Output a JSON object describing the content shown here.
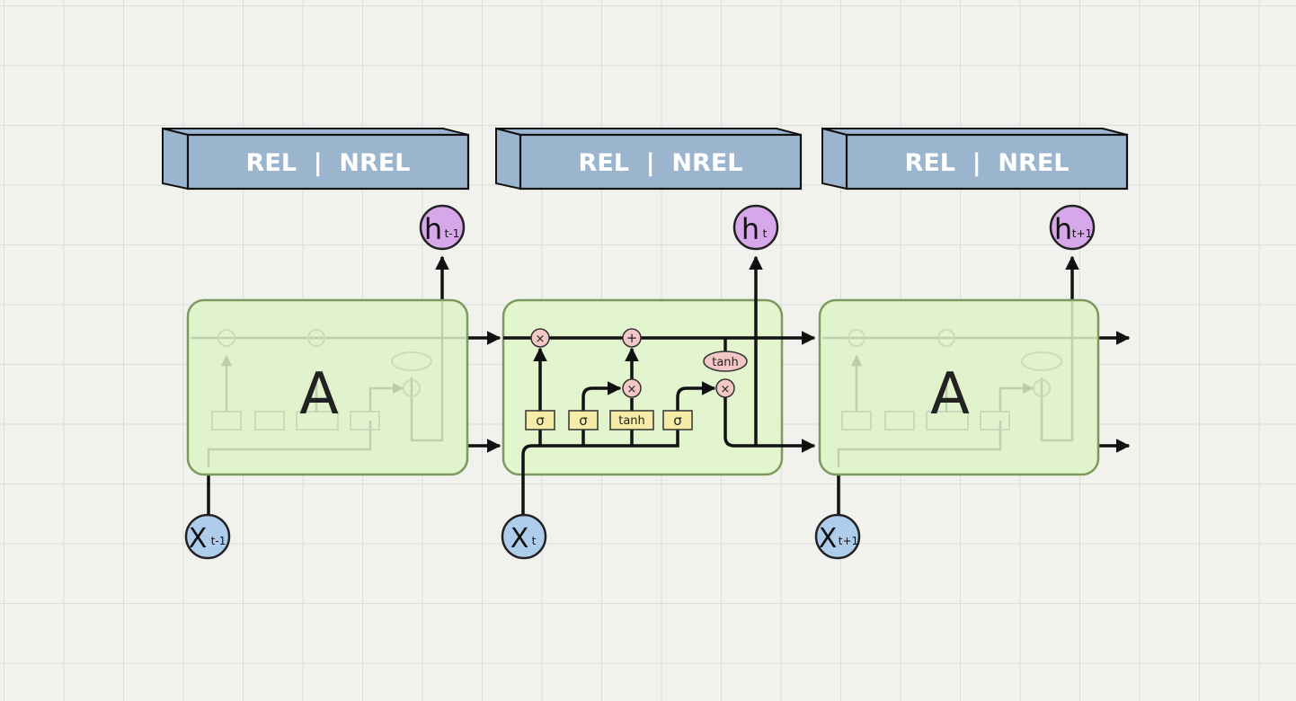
{
  "header_labels": [
    {
      "text": "REL  |  NREL"
    },
    {
      "text": "REL  |  NREL"
    },
    {
      "text": "REL  |  NREL"
    }
  ],
  "cells": [
    {
      "label": "A",
      "input": {
        "base": "X",
        "sub": "t-1"
      },
      "output": {
        "base": "h",
        "sub": "t-1"
      }
    },
    {
      "label": "",
      "input": {
        "base": "X",
        "sub": "t"
      },
      "output": {
        "base": "h",
        "sub": "t"
      }
    },
    {
      "label": "A",
      "input": {
        "base": "X",
        "sub": "t+1"
      },
      "output": {
        "base": "h",
        "sub": "t+1"
      }
    }
  ],
  "gates": {
    "sigma": "σ",
    "tanh": "tanh",
    "multiply": "×",
    "add": "+"
  },
  "colors": {
    "label_box": "#9cb5cf",
    "cell_fill": "#e2f5cf",
    "cell_border": "#7a9a5e",
    "input_node": "#aecdec",
    "output_node": "#d6a8ea",
    "gate_box": "#f7eca7",
    "pointwise_op": "#f4c7c7"
  }
}
